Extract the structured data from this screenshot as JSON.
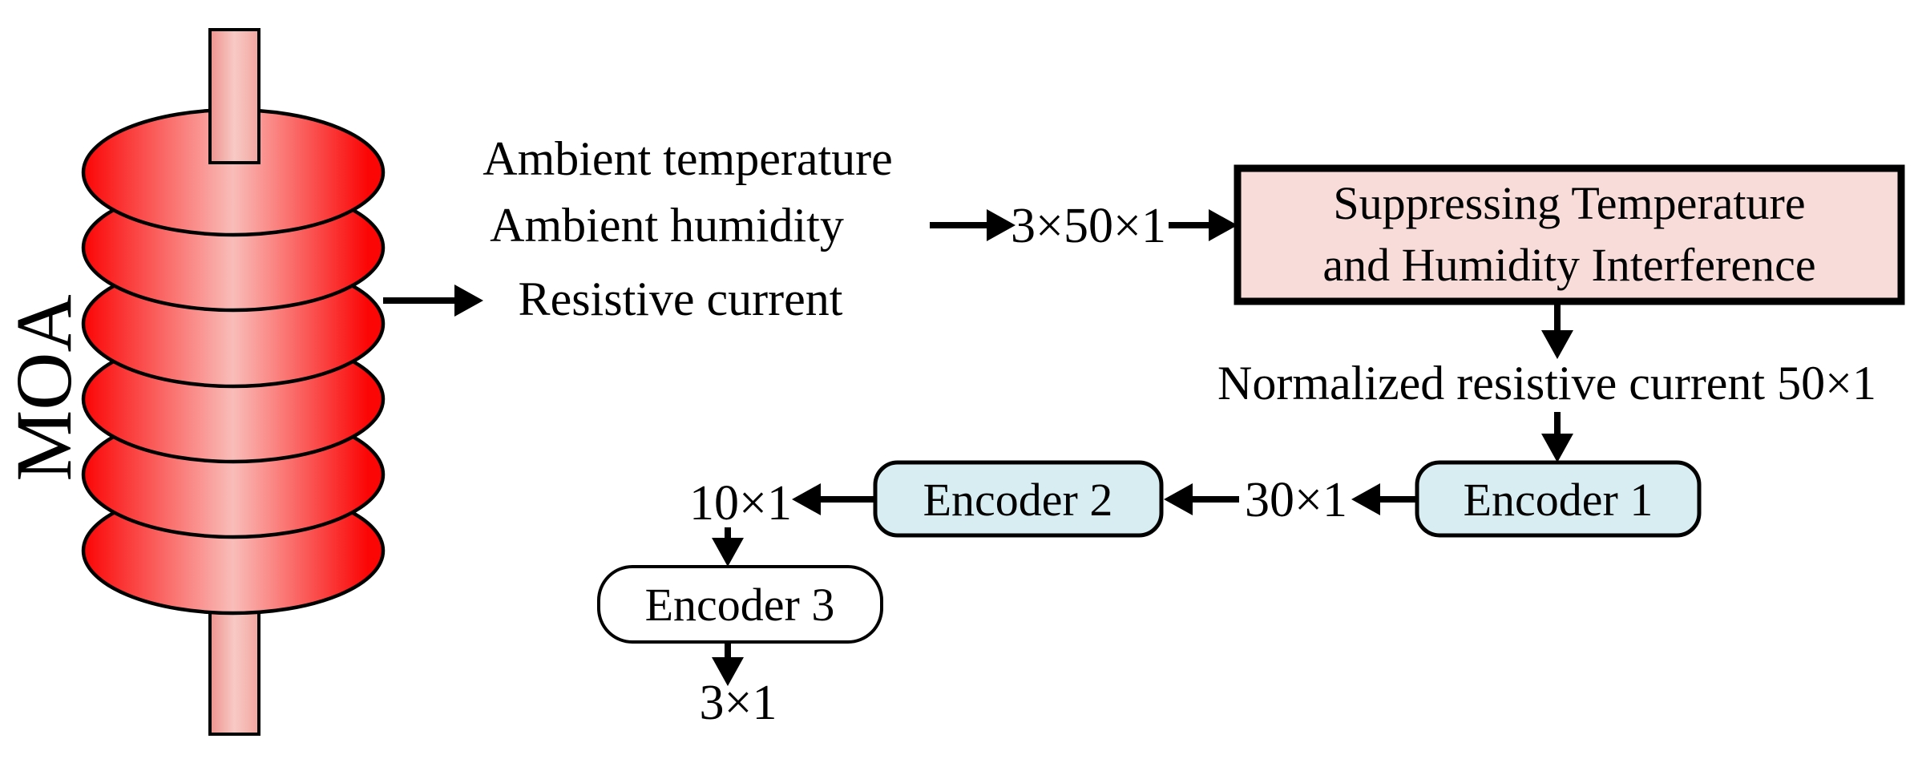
{
  "figure": {
    "moa_label": "MOA",
    "inputs": {
      "line1": "Ambient temperature",
      "line2": "Ambient humidity",
      "line3": "Resistive current"
    },
    "dims": {
      "input": "3×50×1",
      "encoder1_out": "30×1",
      "encoder2_out": "10×1",
      "encoder3_out": "3×1"
    },
    "suppress_box": {
      "line1": "Suppressing Temperature",
      "line2": "and Humidity Interference"
    },
    "normalized_label": "Normalized resistive current 50×1",
    "encoders": {
      "encoder1": "Encoder 1",
      "encoder2": "Encoder 2",
      "encoder3": "Encoder 3"
    },
    "colors": {
      "disc_red": "#fb0505",
      "disc_highlight": "#f9bdb9",
      "rod_dark": "#ee938d",
      "rod_light": "#f8c9c5",
      "rod_mid": "#f2a79f",
      "suppress_box_fill": "#f8dcda",
      "encoder_fill": "#d8edf2",
      "encoder3_fill": "#ffffff",
      "stroke": "#000000"
    }
  }
}
